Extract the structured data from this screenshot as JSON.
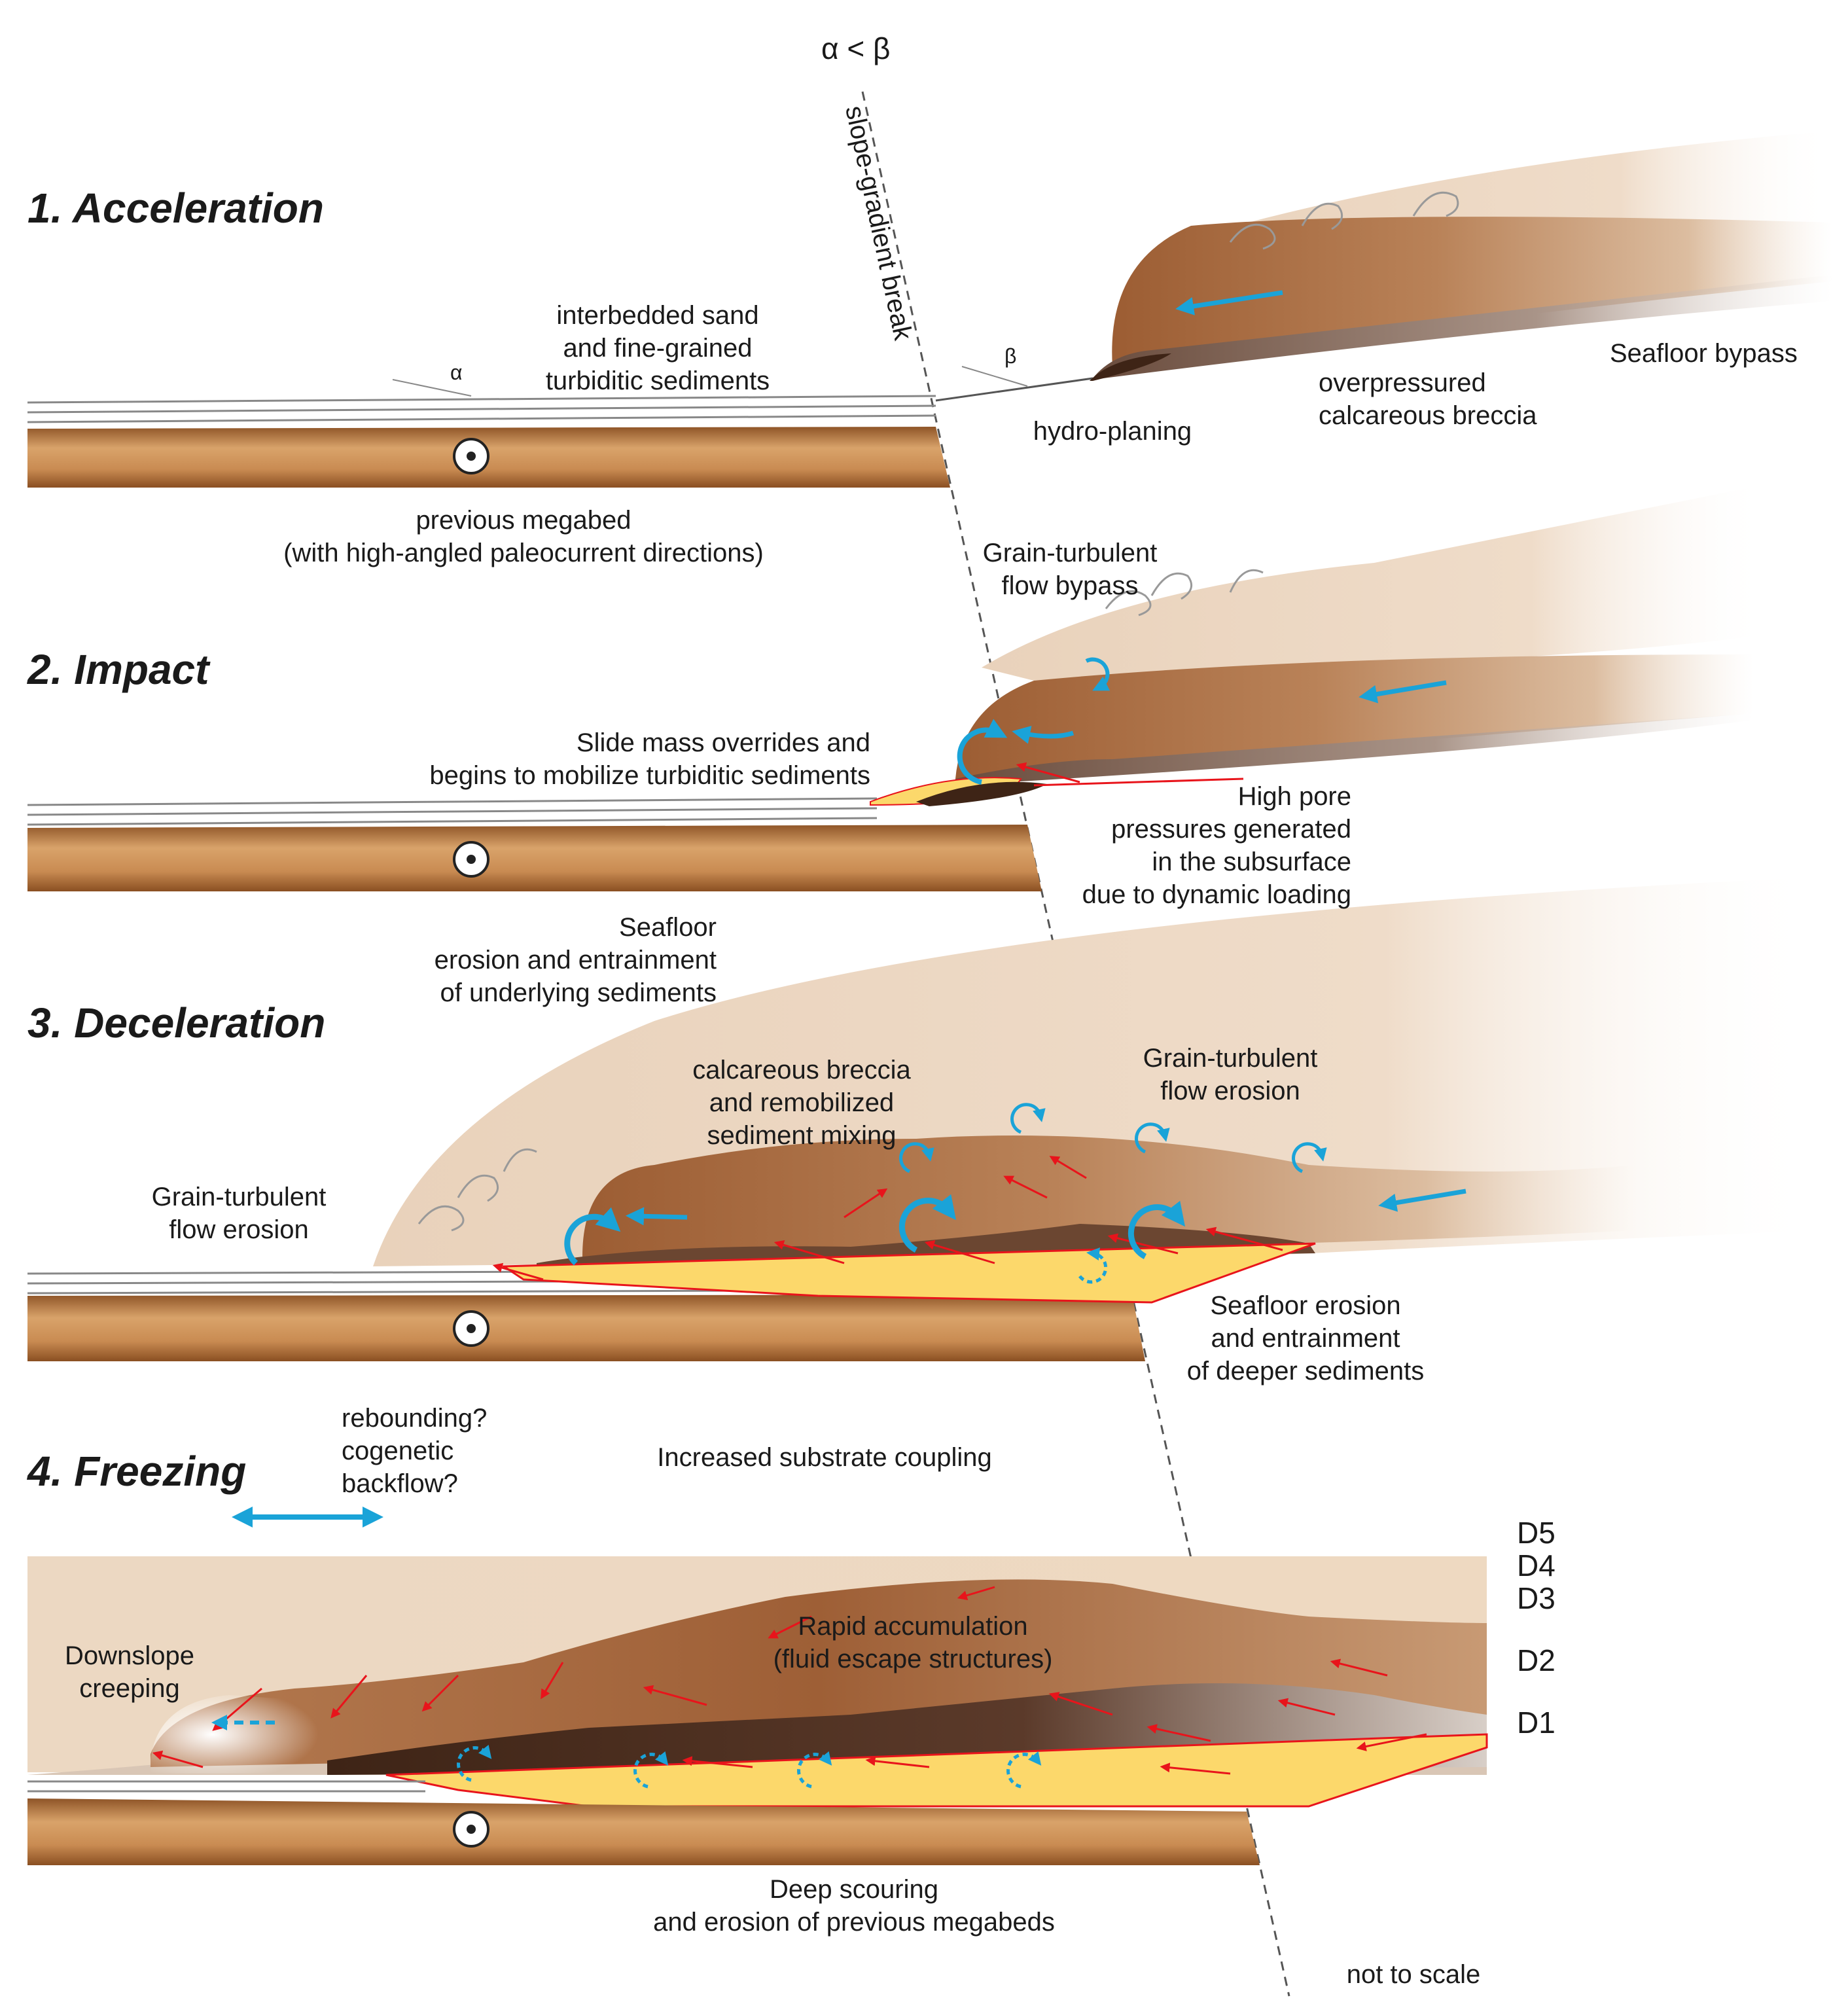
{
  "header": {
    "alpha_beta": "α < β",
    "break_label": "slope-gradient break"
  },
  "stages": [
    {
      "title": "1. Acceleration"
    },
    {
      "title": "2. Impact"
    },
    {
      "title": "3. Deceleration"
    },
    {
      "title": "4. Freezing"
    }
  ],
  "stage1": {
    "alpha": "α",
    "beta": "β",
    "interbedded": [
      "interbedded sand",
      "and fine-grained",
      "turbiditic sediments"
    ],
    "previous_megabed": [
      "previous megabed",
      "(with high-angled paleocurrent directions)"
    ],
    "hydroplaning": "hydro-planing",
    "overpressured": [
      "overpressured",
      "calcareous breccia"
    ],
    "seafloor_bypass": "Seafloor bypass"
  },
  "stage2": {
    "grain_bypass": [
      "Grain-turbulent",
      "flow bypass"
    ],
    "slide_mass": [
      "Slide mass overrides and",
      "begins to mobilize turbiditic sediments"
    ],
    "high_pore": [
      "High pore",
      "pressures generated",
      "in the subsurface",
      "due to dynamic loading"
    ]
  },
  "stage3": {
    "seafloor_erosion_top": [
      "Seafloor",
      "erosion and entrainment",
      "of underlying sediments"
    ],
    "breccia_mixing": [
      "calcareous breccia",
      "and remobilized",
      "sediment mixing"
    ],
    "grain_erosion_right": [
      "Grain-turbulent",
      "flow erosion"
    ],
    "grain_erosion_left": [
      "Grain-turbulent",
      "flow erosion"
    ],
    "seafloor_deeper": [
      "Seafloor erosion",
      "and entrainment",
      "of deeper sediments"
    ]
  },
  "stage4": {
    "rebounding": [
      "rebounding?",
      "cogenetic",
      "backflow?"
    ],
    "substrate": "Increased substrate coupling",
    "downslope": [
      "Downslope",
      "creeping"
    ],
    "rapid": [
      "Rapid accumulation",
      "(fluid escape structures)"
    ],
    "divisions": [
      "D5",
      "D4",
      "D3",
      "D2",
      "D1"
    ],
    "deep_scouring": [
      "Deep scouring",
      "and erosion of previous megabeds"
    ],
    "not_to_scale": "not to scale"
  },
  "colors": {
    "megabed_light": "#d9a36a",
    "megabed_dark": "#8a4f22",
    "slide_tan": "#e9d2bb",
    "slide_brown": "#a86a3f",
    "slide_dark": "#4a2a1a",
    "sand_yellow": "#fcd86b",
    "arrow_blue": "#1aa3d8",
    "shear_red": "#e8141b"
  }
}
